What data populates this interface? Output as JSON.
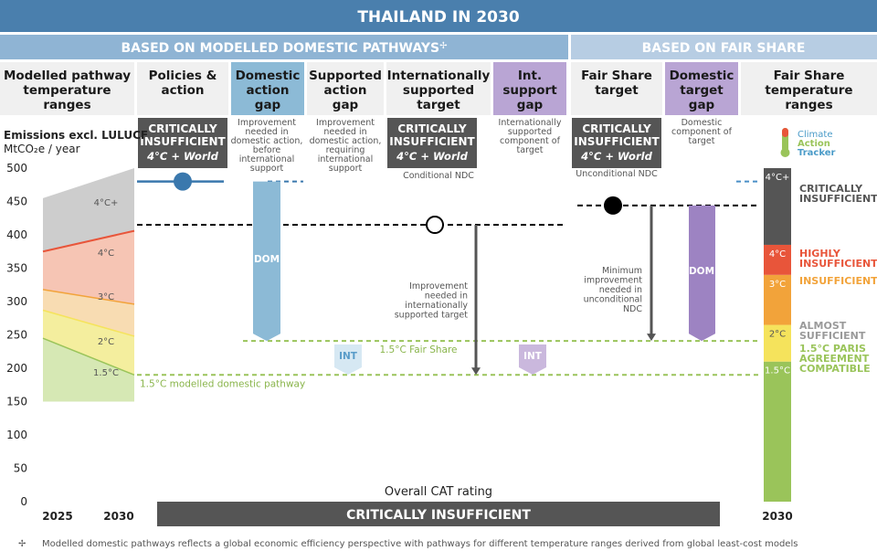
{
  "page": {
    "title": "THAILAND IN 2030",
    "section_modelled": "BASED ON MODELLED DOMESTIC PATHWAYS",
    "section_modelled_mark": "✢",
    "section_fair": "BASED ON FAIR SHARE",
    "footnote_mark": "✢",
    "footnote": "Modelled domestic pathways reflects a global economic efficiency perspective with pathways for different temperature ranges derived from global least-cost models",
    "logo": {
      "line1": "Climate",
      "line2": "Action",
      "line3": "Tracker"
    }
  },
  "columns": [
    {
      "id": "modelled",
      "label": [
        "Modelled pathway",
        "temperature",
        "ranges"
      ],
      "highlight": false
    },
    {
      "id": "policies",
      "label": [
        "Policies &",
        "action"
      ],
      "highlight": false
    },
    {
      "id": "dom-gap",
      "label": [
        "Domestic",
        "action",
        "gap"
      ],
      "highlight": true,
      "highlight_color": "#8cbad6"
    },
    {
      "id": "supp-gap",
      "label": [
        "Supported",
        "action",
        "gap"
      ],
      "highlight": false
    },
    {
      "id": "int-target",
      "label": [
        "Internationally",
        "supported",
        "target"
      ],
      "highlight": false
    },
    {
      "id": "int-support",
      "label": [
        "Int.",
        "support",
        "gap"
      ],
      "highlight": true,
      "highlight_color": "#b9a5d4"
    },
    {
      "id": "fs-target",
      "label": [
        "Fair Share",
        "target"
      ],
      "highlight": false
    },
    {
      "id": "dom-target-gap",
      "label": [
        "Domestic",
        "target",
        "gap"
      ],
      "highlight": true,
      "highlight_color": "#b9a5d4"
    },
    {
      "id": "fs-ranges",
      "label": [
        "Fair Share",
        "temperature",
        "ranges"
      ],
      "highlight": false
    }
  ],
  "ratings_boxes": [
    {
      "id": "policies",
      "line1": "CRITICALLY",
      "line2": "INSUFFICIENT",
      "line3": "4°C + World"
    },
    {
      "id": "int-target",
      "line1": "CRITICALLY",
      "line2": "INSUFFICIENT",
      "line3": "4°C + World"
    },
    {
      "id": "fs-target",
      "line1": "CRITICALLY",
      "line2": "INSUFFICIENT",
      "line3": "4°C + World"
    }
  ],
  "notes": {
    "dom_gap": [
      "Improvement",
      "needed in",
      "domestic action,",
      "before",
      "international",
      "support"
    ],
    "supp_gap": [
      "Improvement",
      "needed in",
      "domestic action,",
      "requiring",
      "international",
      "support"
    ],
    "int_support": [
      "Internationally",
      "supported",
      "component of",
      "target"
    ],
    "dom_target_gap": [
      "Domestic",
      "component of",
      "target"
    ],
    "conditional": "Conditional NDC",
    "unconditional": "Unconditional NDC",
    "int_improvement": [
      "Improvement",
      "needed in",
      "internationally",
      "supported target"
    ],
    "min_improvement": [
      "Minimum",
      "improvement",
      "needed in",
      "unconditional",
      "NDC"
    ],
    "fair_share_line": "1.5°C Fair Share",
    "modelled_line": "1.5°C modelled domestic pathway",
    "dom_label": "DOM",
    "int_label": "INT",
    "overall_label": "Overall CAT rating",
    "overall_value": "CRITICALLY INSUFFICIENT"
  },
  "legend": [
    {
      "label": [
        "CRITICALLY",
        "INSUFFICIENT"
      ],
      "color": "#555555"
    },
    {
      "label": [
        "HIGHLY",
        "INSUFFICIENT"
      ],
      "color": "#e8553a"
    },
    {
      "label": [
        "INSUFFICIENT"
      ],
      "color": "#f2a33a"
    },
    {
      "label": [
        "ALMOST",
        "SUFFICIENT"
      ],
      "color": "#9a9a9a"
    },
    {
      "label": [
        "1.5°C PARIS",
        "AGREEMENT",
        "COMPATIBLE"
      ],
      "color": "#9ac45a"
    }
  ],
  "chart_data": {
    "type": "area",
    "title": "THAILAND IN 2030",
    "ylabel": "Emissions excl. LULUCF",
    "yunit": "MtCO₂e / year",
    "ylim": [
      0,
      500
    ],
    "yticks": [
      0,
      50,
      100,
      150,
      200,
      250,
      300,
      350,
      400,
      450,
      500
    ],
    "xticks": [
      "2025",
      "2030"
    ],
    "modelled_pathway_ranges": {
      "x": [
        2025,
        2030
      ],
      "bounds_2025": [
        150,
        245,
        287,
        318,
        375,
        455
      ],
      "bounds_2030": [
        150,
        190,
        248,
        296,
        406,
        500
      ],
      "bands": [
        {
          "label": "1.5°C",
          "color": "#d6e8b4"
        },
        {
          "label": "2°C",
          "color": "#f4ee9e"
        },
        {
          "label": "3°C",
          "color": "#f8dcb2"
        },
        {
          "label": "4°C",
          "color": "#f6c5b4"
        },
        {
          "label": "4°C+",
          "color": "#cdcdcd"
        }
      ]
    },
    "reference_lines": [
      {
        "name": "Policies & action upper",
        "value": 480,
        "color": "#6aa2c8"
      },
      {
        "name": "Policies & action",
        "value": 480,
        "color": "#3a78ad"
      },
      {
        "name": "Conditional NDC",
        "value": 415,
        "color": "#000000"
      },
      {
        "name": "Unconditional NDC",
        "value": 444,
        "color": "#000000"
      },
      {
        "name": "1.5°C Fair Share",
        "value": 241,
        "color": "#9ac45a"
      },
      {
        "name": "1.5°C modelled domestic pathway",
        "value": 190,
        "color": "#9ac45a"
      }
    ],
    "markers": [
      {
        "name": "Policies & action",
        "value": 480
      },
      {
        "name": "Conditional NDC",
        "value": 415
      },
      {
        "name": "Unconditional NDC",
        "value": 444
      }
    ],
    "fair_share_ranges": {
      "x": 2030,
      "bounds": [
        0,
        210,
        265,
        340,
        385,
        500
      ],
      "bands": [
        {
          "label": "1.5°C",
          "color": "#9ac45a"
        },
        {
          "label": "2°C",
          "color": "#f5e35c"
        },
        {
          "label": "3°C",
          "color": "#f2a33a"
        },
        {
          "label": "4°C",
          "color": "#e8553a"
        },
        {
          "label": "4°C+",
          "color": "#555555"
        }
      ]
    }
  }
}
